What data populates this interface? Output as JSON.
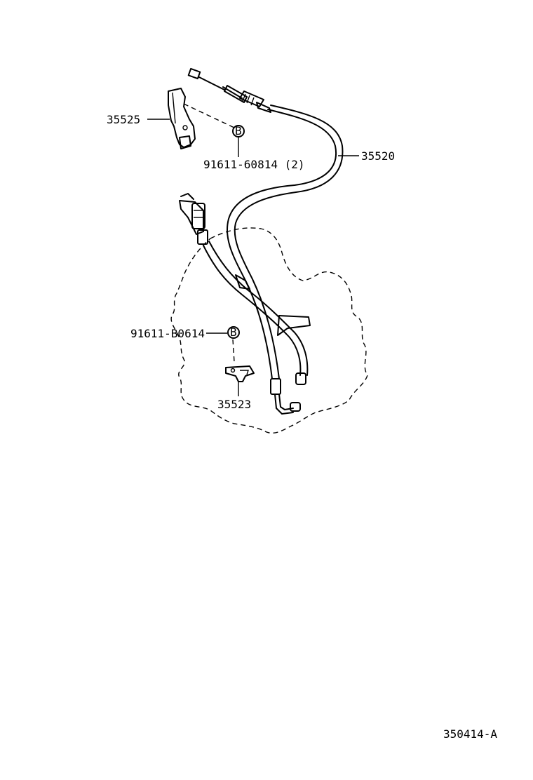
{
  "diagram": {
    "callouts": {
      "cable": "35520",
      "bracket": "35525",
      "bolt_upper": "91611-60814 (2)",
      "bolt_lower": "91611-B0614",
      "clamp": "35523",
      "bolt_symbol_upper": "B",
      "bolt_symbol_lower": "B"
    },
    "figure_code": "350414-A"
  }
}
